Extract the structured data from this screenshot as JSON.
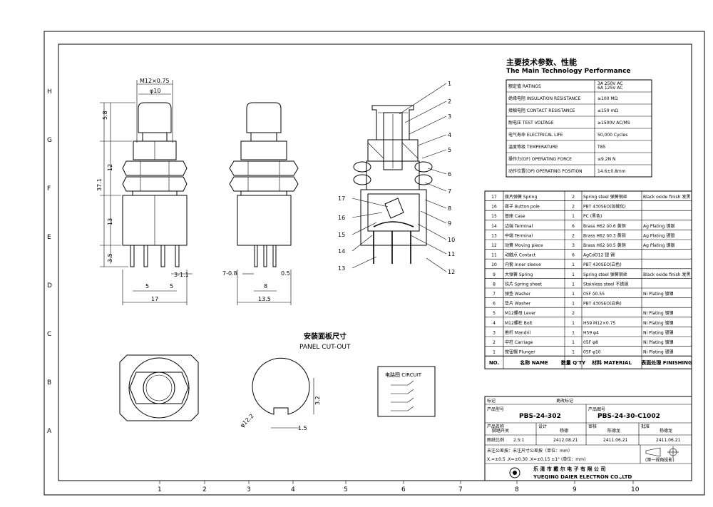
{
  "zones": {
    "rows": [
      "H",
      "G",
      "F",
      "E",
      "D",
      "C",
      "B",
      "A"
    ],
    "cols": [
      "1",
      "2",
      "3",
      "4",
      "5",
      "6",
      "7",
      "8",
      "9",
      "10"
    ]
  },
  "dimensions": {
    "thread": "M12×0.75",
    "cap_dia": "φ10",
    "h1": "5.8",
    "h2": "12",
    "total": "37.1",
    "h3": "13",
    "h4": "3.5",
    "pitch_a": "5",
    "pitch_b": "5",
    "pin_w": "3-1.1",
    "width_a": "17",
    "side_pin": "7-0.8",
    "side_w": "0.5",
    "side_a": "8",
    "side_b": "13.5"
  },
  "parts_callouts": [
    "1",
    "2",
    "3",
    "4",
    "5",
    "6",
    "7",
    "8",
    "9",
    "10",
    "11",
    "12",
    "13",
    "14",
    "15",
    "16",
    "17"
  ],
  "perf": {
    "title_cn": "主要技术参数、性能",
    "title_en": "The Main Technology Performance",
    "rows": [
      {
        "k": "额定值 RATINGS",
        "v": "3A 250V AC\n6A 125V AC"
      },
      {
        "k": "绝缘电阻 INSULATION RESISTANCE",
        "v": "≥100 MΩ"
      },
      {
        "k": "接触电阻 CONTACT RESISTANCE",
        "v": "≤150 mΩ"
      },
      {
        "k": "耐电压 TEST VOLTAGE",
        "v": "≥1500V AC/MS"
      },
      {
        "k": "电气寿命 ELECTRICAL LIFE",
        "v": "50,000  Cycles"
      },
      {
        "k": "温度等级 TEMPERATURE",
        "v": "T85"
      },
      {
        "k": "操作力(OF) OPERATING FORCE",
        "v": "≤9.2N N"
      },
      {
        "k": "动作位置(OP) OPERATING POSITION",
        "v": "14.6±0.8mm"
      }
    ]
  },
  "bom": {
    "rows": [
      [
        "17",
        "拨片弹簧 Spring",
        "2",
        "Spring steel 弹簧钢丝",
        "Black oxide finish 发黑"
      ],
      [
        "16",
        "拨子 Button pole",
        "2",
        "PBT 430SEO(加碳化)",
        ""
      ],
      [
        "15",
        "基座 Case",
        "1",
        "PC (黑色)",
        ""
      ],
      [
        "14",
        "边端 Terminal",
        "6",
        "Brass H62 δ0.6 黄铜",
        "Ag Plating 镀银"
      ],
      [
        "13",
        "中端 Terminal",
        "2",
        "Brass H62 δ0.3 黄铜",
        "Ag Plating 镀银"
      ],
      [
        "12",
        "动簧 Moving piece",
        "3",
        "Brass H62 δ0.5 黄铜",
        "Ag Plating 镀银"
      ],
      [
        "11",
        "动触点 Contact",
        "6",
        "AgCdO12  银 镉",
        ""
      ],
      [
        "10",
        "内套 Inner sleeve",
        "1",
        "PBT 430SEO(白色)",
        ""
      ],
      [
        "9",
        "大弹簧 Spring",
        "1",
        "Spring steel 弹簧钢丝",
        "Black oxide finish 发黑"
      ],
      [
        "8",
        "铁片 Spring sheet",
        "1",
        "Stainless steel 不锈钢",
        ""
      ],
      [
        "7",
        "弹垫 Washer",
        "1",
        "05F δ0.55",
        "Ni Plating 镀镍"
      ],
      [
        "6",
        "垫片 Washer",
        "1",
        "PBT 430SEO(白色)",
        ""
      ],
      [
        "5",
        "M12螺母 Lever",
        "2",
        "",
        "Ni Plating 镀镍"
      ],
      [
        "4",
        "M12螺柱 Bolt",
        "1",
        "H59 M12×0.75",
        "Ni Plating 镀镍"
      ],
      [
        "3",
        "推杆 Mandril",
        "1",
        "H59 φ4",
        "Ni Plating 镀镍"
      ],
      [
        "2",
        "中柱 Carriage",
        "1",
        "05F φ8",
        "Ni Plating 镀镍"
      ],
      [
        "1",
        "按钮帽 Plunger",
        "1",
        "05F φ10",
        "Ni Plating 镀镍"
      ]
    ],
    "head": [
      "NO.",
      "名称 NAME",
      "数量 Q'TY",
      "材料 MATERIAL",
      "表面处理 FINISHING"
    ]
  },
  "panel": {
    "cn": "安装面板尺寸",
    "en": "PANEL CUT-OUT",
    "dia": "φ12.2",
    "flat": "1.5",
    "depth": "3.2"
  },
  "circuit": {
    "label": "电路图 CIRCUIT"
  },
  "title_block": {
    "mark": "标记",
    "change": "更改标记",
    "pn_label": "产品型号",
    "pn": "PBS-24-302",
    "dn_label": "产品图号",
    "dn": "PBS-24-30-C1002",
    "name_label": "产品名称",
    "name_val": "脚踏开关",
    "scale_label": "图纸比例",
    "scale": "2.5:1",
    "drawn_label": "设计",
    "drawn": "杨德",
    "check_label": "审核",
    "check": "陈德龙",
    "approve_label": "批准",
    "approve": "杨德龙",
    "date1": "2412.08.21",
    "date2": "2411.06.21",
    "date3": "2411.06.21",
    "note": "未注公差按：未注尺寸公差按（单位：mm）",
    "tol": "X.=±0.5    .X=±0.30    .X=±0.15          ±1°              (单位：mm)",
    "proj": "(第一视角投影)",
    "company_cn": "乐 清 市 戴 尔 电 子 有 限 公 司",
    "company_en": "YUEQING DAIER ELECTRON CO.,LTD"
  }
}
